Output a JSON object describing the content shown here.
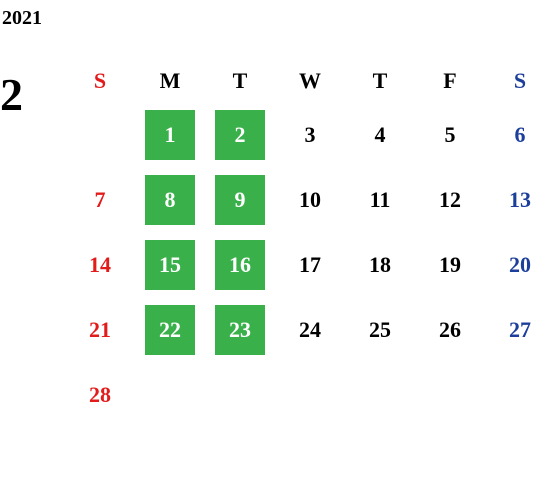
{
  "year": "2021",
  "month": "2",
  "colors": {
    "sunday": "#e21b1b",
    "saturday": "#1c3f9b",
    "weekday": "#000000",
    "highlight_bg": "#3ab04a",
    "highlight_text": "#ffffff"
  },
  "weekdays": [
    "S",
    "M",
    "T",
    "W",
    "T",
    "F",
    "S"
  ],
  "weeks": [
    [
      {
        "d": ""
      },
      {
        "d": "1",
        "hl": true
      },
      {
        "d": "2",
        "hl": true
      },
      {
        "d": "3"
      },
      {
        "d": "4"
      },
      {
        "d": "5"
      },
      {
        "d": "6"
      }
    ],
    [
      {
        "d": "7"
      },
      {
        "d": "8",
        "hl": true
      },
      {
        "d": "9",
        "hl": true
      },
      {
        "d": "10"
      },
      {
        "d": "11"
      },
      {
        "d": "12"
      },
      {
        "d": "13"
      }
    ],
    [
      {
        "d": "14"
      },
      {
        "d": "15",
        "hl": true
      },
      {
        "d": "16",
        "hl": true
      },
      {
        "d": "17"
      },
      {
        "d": "18"
      },
      {
        "d": "19"
      },
      {
        "d": "20"
      }
    ],
    [
      {
        "d": "21"
      },
      {
        "d": "22",
        "hl": true
      },
      {
        "d": "23",
        "hl": true
      },
      {
        "d": "24"
      },
      {
        "d": "25"
      },
      {
        "d": "26"
      },
      {
        "d": "27"
      }
    ],
    [
      {
        "d": "28"
      },
      {
        "d": ""
      },
      {
        "d": ""
      },
      {
        "d": ""
      },
      {
        "d": ""
      },
      {
        "d": ""
      },
      {
        "d": ""
      }
    ]
  ]
}
